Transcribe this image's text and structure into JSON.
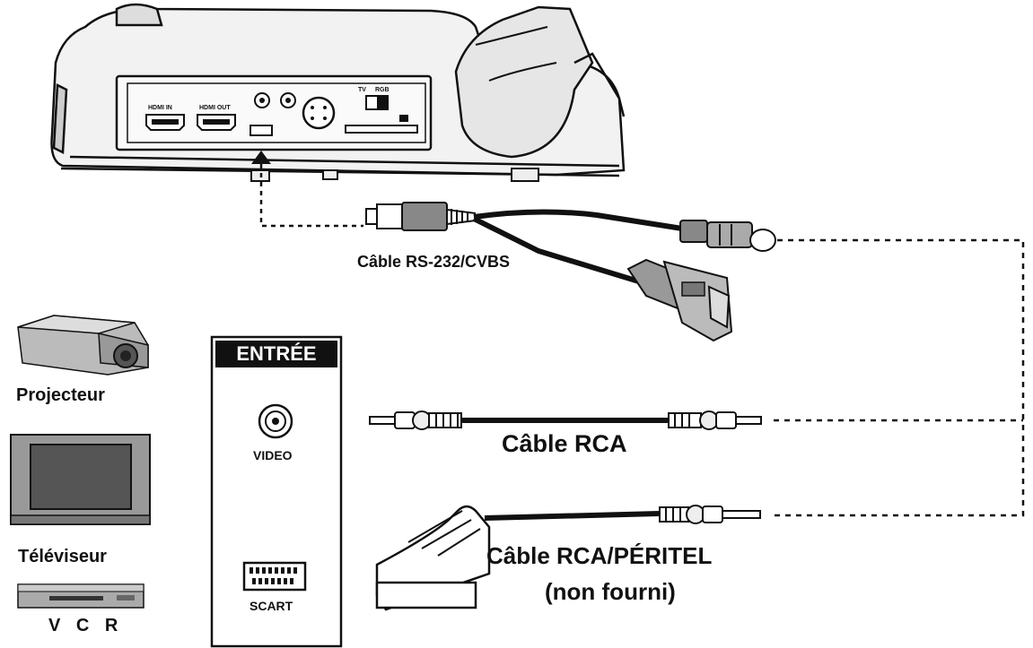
{
  "cables": {
    "rs232": "Câble RS-232/CVBS",
    "rca": "Câble RCA",
    "scart_line1": "Câble RCA/PÉRITEL",
    "scart_line2": "(non fourni)"
  },
  "devices": {
    "projector": "Projecteur",
    "tv": "Téléviseur",
    "vcr": "V C R"
  },
  "input_panel": {
    "title": "ENTRÉE",
    "video": "VIDEO",
    "scart": "SCART"
  },
  "camera_ports": {
    "hdmi_in": "HDMI IN",
    "hdmi_out": "HDMI OUT",
    "tv": "TV",
    "rgb": "RGB"
  }
}
